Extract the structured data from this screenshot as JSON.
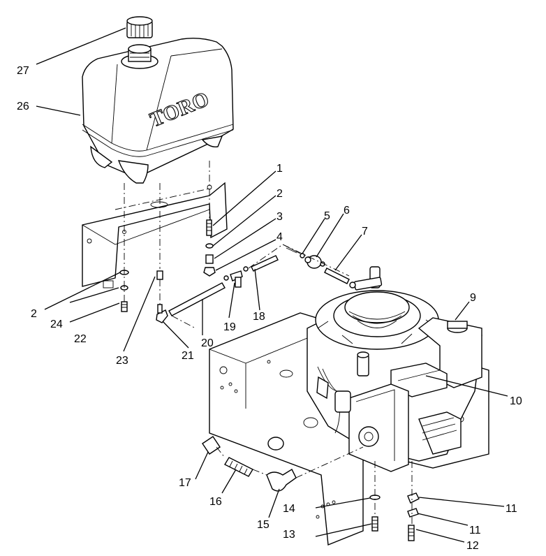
{
  "diagram": {
    "logo_text": "TORO",
    "callouts": [
      {
        "id": "c1",
        "label": "1"
      },
      {
        "id": "c2a",
        "label": "2"
      },
      {
        "id": "c3",
        "label": "3"
      },
      {
        "id": "c4",
        "label": "4"
      },
      {
        "id": "c5",
        "label": "5"
      },
      {
        "id": "c6",
        "label": "6"
      },
      {
        "id": "c7",
        "label": "7"
      },
      {
        "id": "c9",
        "label": "9"
      },
      {
        "id": "c10",
        "label": "10"
      },
      {
        "id": "c11a",
        "label": "11"
      },
      {
        "id": "c11b",
        "label": "11"
      },
      {
        "id": "c12",
        "label": "12"
      },
      {
        "id": "c13",
        "label": "13"
      },
      {
        "id": "c14",
        "label": "14"
      },
      {
        "id": "c15",
        "label": "15"
      },
      {
        "id": "c16",
        "label": "16"
      },
      {
        "id": "c17",
        "label": "17"
      },
      {
        "id": "c18",
        "label": "18"
      },
      {
        "id": "c19",
        "label": "19"
      },
      {
        "id": "c20",
        "label": "20"
      },
      {
        "id": "c21",
        "label": "21"
      },
      {
        "id": "c22",
        "label": "22"
      },
      {
        "id": "c23",
        "label": "23"
      },
      {
        "id": "c24",
        "label": "24"
      },
      {
        "id": "c2b",
        "label": "2"
      },
      {
        "id": "c26",
        "label": "26"
      },
      {
        "id": "c27",
        "label": "27"
      }
    ]
  }
}
